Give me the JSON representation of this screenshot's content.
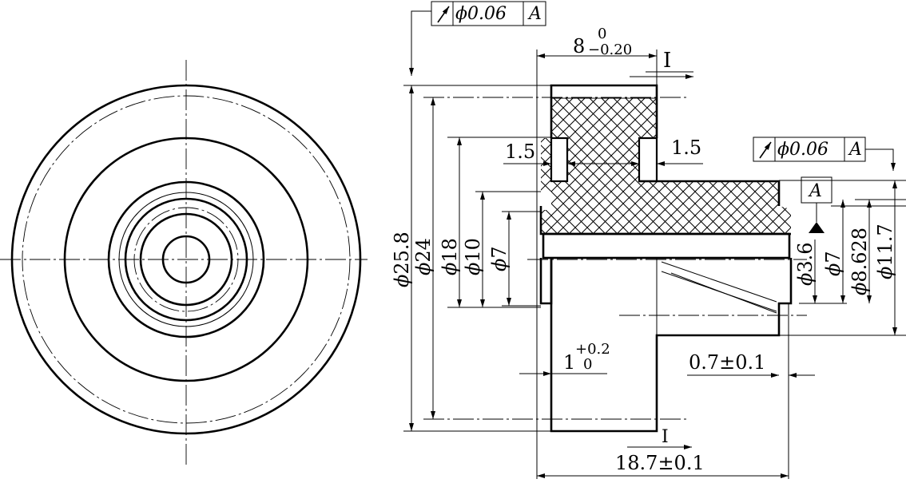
{
  "front_view": {
    "circles_solid": 5,
    "circles_dashdot": 2
  },
  "section_view": {
    "diameters": {
      "d258": {
        "sym": "ϕ",
        "num": "25.8"
      },
      "d24": {
        "sym": "ϕ",
        "num": "24"
      },
      "d18": {
        "sym": "ϕ",
        "num": "18"
      },
      "d10": {
        "sym": "ϕ",
        "num": "10"
      },
      "d7": {
        "sym": "ϕ",
        "num": "7"
      },
      "d36": {
        "sym": "ϕ",
        "num": "3.6"
      },
      "d7b": {
        "sym": "ϕ",
        "num": "7"
      },
      "d8628": {
        "sym": "ϕ",
        "num": "8.628"
      },
      "d117": {
        "sym": "ϕ",
        "num": "11.7"
      }
    },
    "width_dim": {
      "nominal": "8",
      "upper": "0",
      "lower": "−0.20"
    },
    "groove_left": "1.5",
    "groove_right": "1.5",
    "depth_dim": {
      "nominal": "1",
      "upper": "+0.2",
      "lower": "0"
    },
    "shoulder_dim": "0.7±0.1",
    "overall_length": "18.7±0.1",
    "section_mark_top": "I",
    "section_mark_bottom": "I",
    "datum_label": "A",
    "runout_top": {
      "tolerance": "ϕ0.06",
      "datum": "A"
    },
    "runout_right": {
      "tolerance": "ϕ0.06",
      "datum": "A"
    }
  }
}
